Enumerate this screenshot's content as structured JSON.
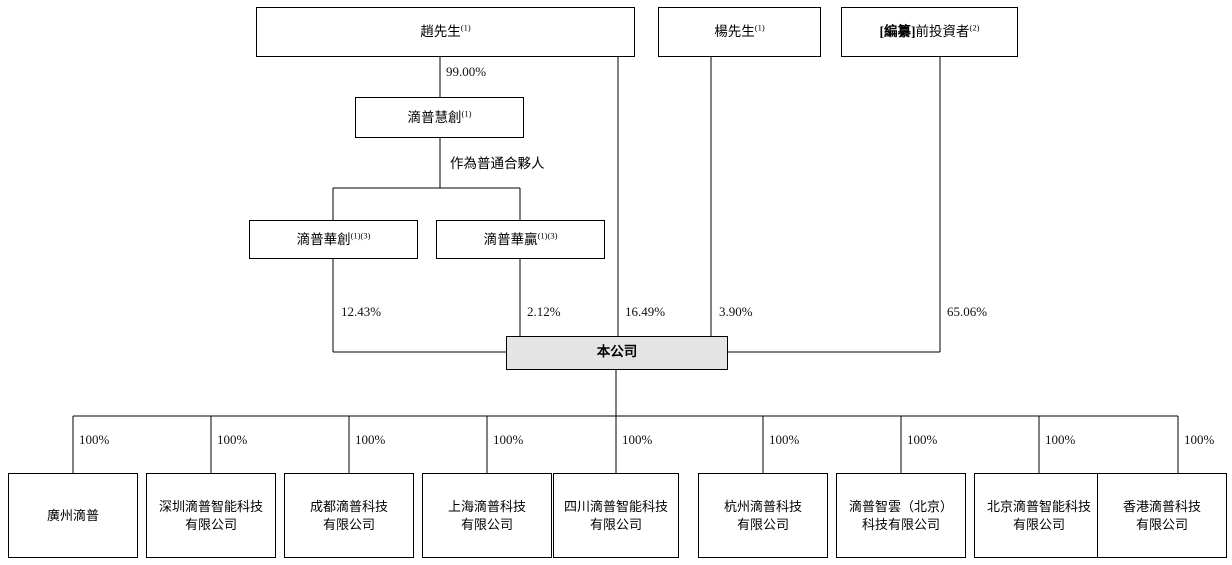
{
  "chart_data": {
    "type": "diagram",
    "title": "滴普科技股權架構圖",
    "diagram_kind": "corporate-ownership-structure",
    "nodes": {
      "shareholders": [
        {
          "id": "zhao",
          "label": "趙先生",
          "footnote": "(1)"
        },
        {
          "id": "yang",
          "label": "楊先生",
          "footnote": "(1)"
        },
        {
          "id": "pre_investors",
          "label_bracket": "[編纂]",
          "label_rest": "前投資者",
          "footnote": "(2)"
        }
      ],
      "gp_entity": {
        "id": "huichuang",
        "label": "滴普慧創",
        "footnote": "(1)"
      },
      "partnerships": [
        {
          "id": "huachuang",
          "label": "滴普華創",
          "footnote": "(1)(3)"
        },
        {
          "id": "huaying",
          "label": "滴普華贏",
          "footnote": "(1)(3)"
        }
      ],
      "company": {
        "id": "company",
        "label": "本公司"
      },
      "subsidiaries": [
        {
          "id": "sub1",
          "label": "廣州滴普",
          "ownership": "100%"
        },
        {
          "id": "sub2",
          "label": "深圳滴普智能科技\n有限公司",
          "ownership": "100%"
        },
        {
          "id": "sub3",
          "label": "成都滴普科技\n有限公司",
          "ownership": "100%"
        },
        {
          "id": "sub4",
          "label": "上海滴普科技\n有限公司",
          "ownership": "100%"
        },
        {
          "id": "sub5",
          "label": "四川滴普智能科技\n有限公司",
          "ownership": "100%"
        },
        {
          "id": "sub6",
          "label": "杭州滴普科技\n有限公司",
          "ownership": "100%"
        },
        {
          "id": "sub7",
          "label": "滴普智雲（北京）\n科技有限公司",
          "ownership": "100%"
        },
        {
          "id": "sub8",
          "label": "北京滴普智能科技\n有限公司",
          "ownership": "100%"
        },
        {
          "id": "sub9",
          "label": "香港滴普科技\n有限公司",
          "ownership": "100%"
        }
      ]
    },
    "edges": [
      {
        "from": "zhao",
        "to": "huichuang",
        "label": "99.00%"
      },
      {
        "from": "huichuang",
        "to": "partnerships",
        "label": "作為普通合夥人"
      },
      {
        "from": "huachuang",
        "to": "company",
        "label": "12.43%"
      },
      {
        "from": "huaying",
        "to": "company",
        "label": "2.12%"
      },
      {
        "from": "zhao",
        "to": "company",
        "label": "16.49%"
      },
      {
        "from": "yang",
        "to": "company",
        "label": "3.90%"
      },
      {
        "from": "pre_investors",
        "to": "company",
        "label": "65.06%"
      },
      {
        "from": "company",
        "to": "sub1",
        "label": "100%"
      },
      {
        "from": "company",
        "to": "sub2",
        "label": "100%"
      },
      {
        "from": "company",
        "to": "sub3",
        "label": "100%"
      },
      {
        "from": "company",
        "to": "sub4",
        "label": "100%"
      },
      {
        "from": "company",
        "to": "sub5",
        "label": "100%"
      },
      {
        "from": "company",
        "to": "sub6",
        "label": "100%"
      },
      {
        "from": "company",
        "to": "sub7",
        "label": "100%"
      },
      {
        "from": "company",
        "to": "sub8",
        "label": "100%"
      },
      {
        "from": "company",
        "to": "sub9",
        "label": "100%"
      }
    ],
    "colors": {
      "line": "#000000",
      "box_border": "#000000",
      "box_fill": "#ffffff",
      "company_fill": "#e4e4e4",
      "text": "#000000"
    }
  },
  "boxes": {
    "zhao": {
      "label": "趙先生",
      "footnote": "(1)"
    },
    "yang": {
      "label": "楊先生",
      "footnote": "(1)"
    },
    "pre_investors": {
      "bracket": "[編纂]",
      "rest": "前投資者",
      "footnote": "(2)"
    },
    "huichuang": {
      "label": "滴普慧創",
      "footnote": "(1)"
    },
    "huachuang": {
      "label": "滴普華創",
      "footnote": "(1)(3)"
    },
    "huaying": {
      "label": "滴普華贏",
      "footnote": "(1)(3)"
    },
    "company": {
      "label": "本公司"
    }
  },
  "edge_labels": {
    "pct_99": "99.00%",
    "gp_note": "作為普通合夥人",
    "pct_12_43": "12.43%",
    "pct_2_12": "2.12%",
    "pct_16_49": "16.49%",
    "pct_3_90": "3.90%",
    "pct_65_06": "65.06%"
  },
  "subsidiaries": [
    {
      "label": "廣州滴普",
      "ownership": "100%"
    },
    {
      "label": "深圳滴普智能科技\n有限公司",
      "ownership": "100%"
    },
    {
      "label": "成都滴普科技\n有限公司",
      "ownership": "100%"
    },
    {
      "label": "上海滴普科技\n有限公司",
      "ownership": "100%"
    },
    {
      "label": "四川滴普智能科技\n有限公司",
      "ownership": "100%"
    },
    {
      "label": "杭州滴普科技\n有限公司",
      "ownership": "100%"
    },
    {
      "label": "滴普智雲（北京）\n科技有限公司",
      "ownership": "100%"
    },
    {
      "label": "北京滴普智能科技\n有限公司",
      "ownership": "100%"
    },
    {
      "label": "香港滴普科技\n有限公司",
      "ownership": "100%"
    }
  ]
}
